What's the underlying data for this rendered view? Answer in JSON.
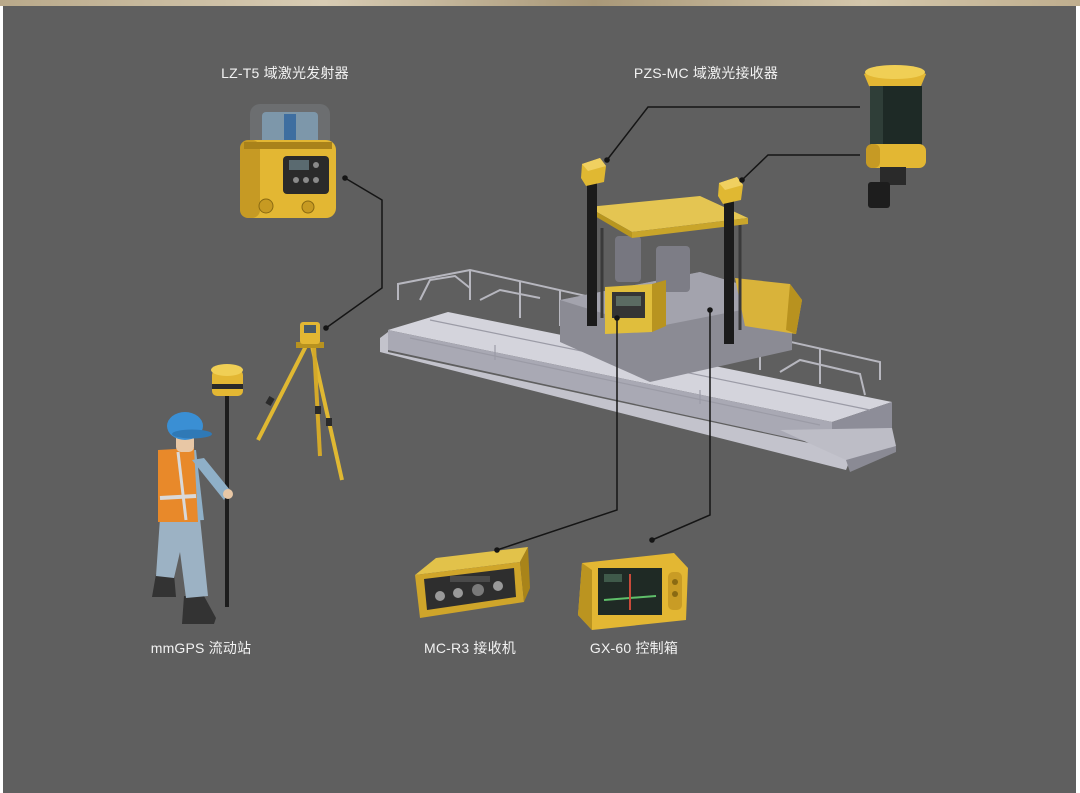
{
  "labels": {
    "transmitter": "LZ-T5 域激光发射器",
    "receiver": "PZS-MC 域激光接收器",
    "rover": "mmGPS 流动站",
    "mc_receiver": "MC-R3 接收机",
    "control_box": "GX-60 控制箱"
  },
  "colors": {
    "background": "#5f5f5f",
    "accent": "#e3b733",
    "connector": "#151515",
    "label": "#f2f2f2"
  }
}
